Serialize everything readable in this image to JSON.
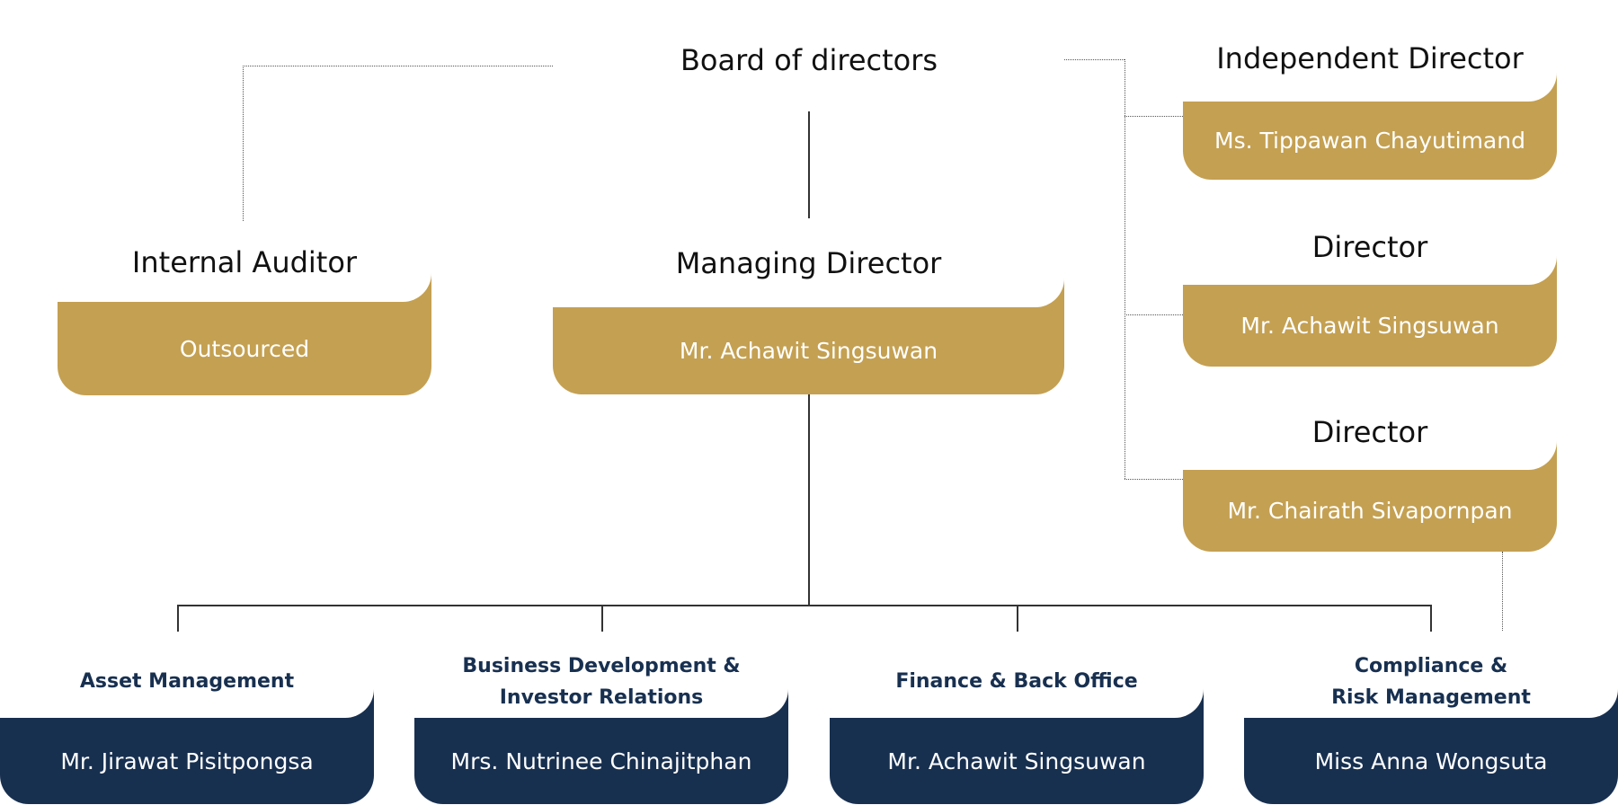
{
  "board": {
    "title": "Board of directors"
  },
  "internal_auditor": {
    "title": "Internal Auditor",
    "name": "Outsourced"
  },
  "managing_director": {
    "title": "Managing Director",
    "name": "Mr. Achawit Singsuwan"
  },
  "directors": [
    {
      "title": "Independent Director",
      "name": "Ms. Tippawan Chayutimand"
    },
    {
      "title": "Director",
      "name": "Mr. Achawit Singsuwan"
    },
    {
      "title": "Director",
      "name": "Mr. Chairath Sivapornpan"
    }
  ],
  "departments": [
    {
      "title_line1": "Asset Management",
      "title_line2": "",
      "name": "Mr. Jirawat Pisitpongsa"
    },
    {
      "title_line1": "Business Development &",
      "title_line2": "Investor Relations",
      "name": "Mrs. Nutrinee Chinajitphan"
    },
    {
      "title_line1": "Finance & Back Office",
      "title_line2": "",
      "name": "Mr. Achawit Singsuwan"
    },
    {
      "title_line1": "Compliance &",
      "title_line2": "Risk Management",
      "name": "Miss Anna Wongsuta"
    }
  ],
  "colors": {
    "gold": "#C4A052",
    "navy": "#183050"
  }
}
